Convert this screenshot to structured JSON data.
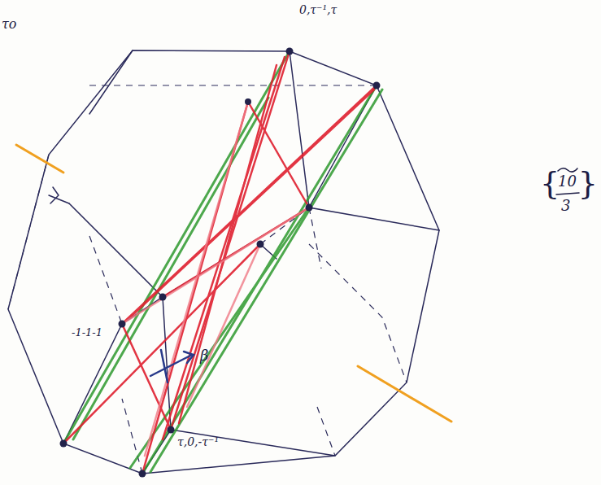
{
  "diagram": {
    "labels": [
      "τo",
      "0,τ⁻¹,τ",
      "-1-1-1",
      "τ,0,-τ⁻¹",
      "β",
      "{",
      "10",
      "3",
      "}"
    ]
  }
}
